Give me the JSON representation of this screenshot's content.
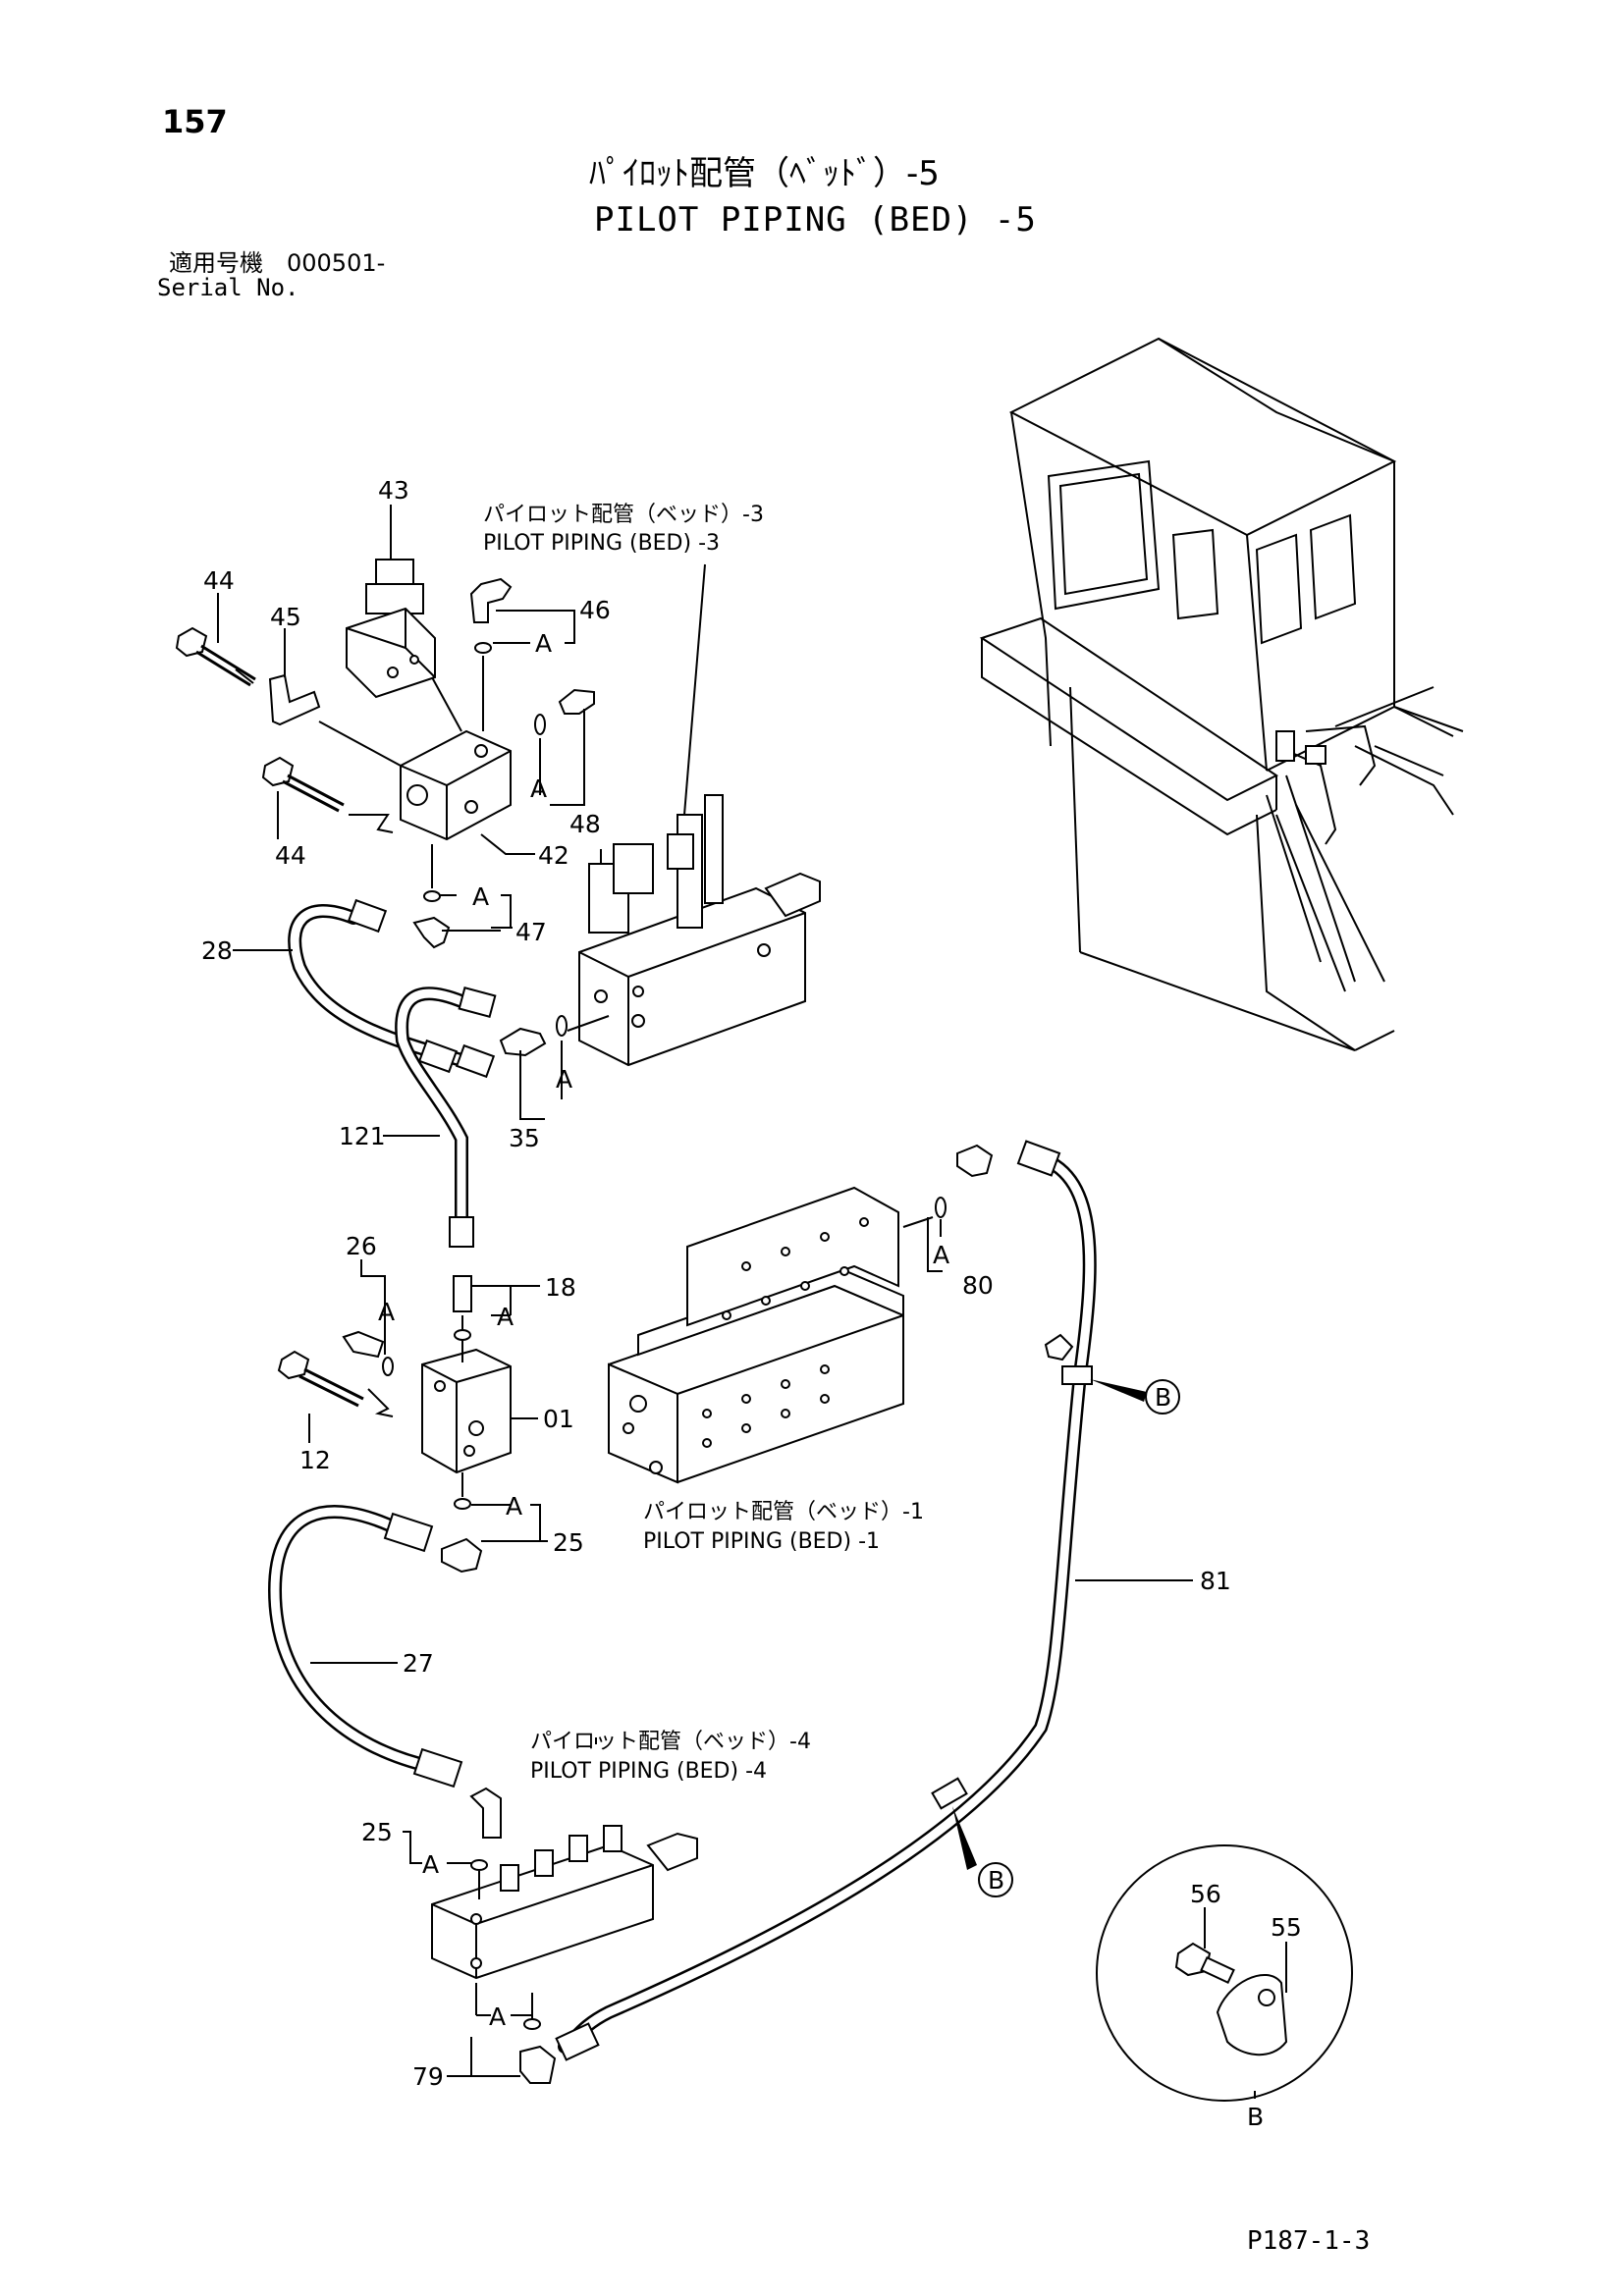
{
  "header": {
    "page_number": "157",
    "title_jp": "ﾊﾟｲﾛｯﾄ配管（ﾍﾞｯﾄﾞ）-5",
    "title_en": "PILOT PIPING (BED) -5",
    "serial_jp": "適用号機　000501-",
    "serial_en": "Serial No."
  },
  "references": {
    "bed3_jp": "パイロット配管（ベッド）-3",
    "bed3_en": "PILOT PIPING (BED) -3",
    "bed1_jp": "パイロット配管（ベッド）-1",
    "bed1_en": "PILOT PIPING (BED) -1",
    "bed4_jp": "パイロット配管（ベッド）-4",
    "bed4_en": "PILOT PIPING (BED) -4"
  },
  "part_labels": {
    "p43": "43",
    "p44a": "44",
    "p45": "45",
    "p46": "46",
    "p48": "48",
    "p44b": "44",
    "p42": "42",
    "p47": "47",
    "p28": "28",
    "p35": "35",
    "p121": "121",
    "p26": "26",
    "p18": "18",
    "p80": "80",
    "p12": "12",
    "p01": "01",
    "p25a": "25",
    "p27": "27",
    "p81": "81",
    "p25b": "25",
    "p79": "79",
    "p56": "56",
    "p55": "55"
  },
  "markers": {
    "a": "A",
    "b": "B"
  },
  "footer": {
    "ref_code": "P187-1-3"
  }
}
